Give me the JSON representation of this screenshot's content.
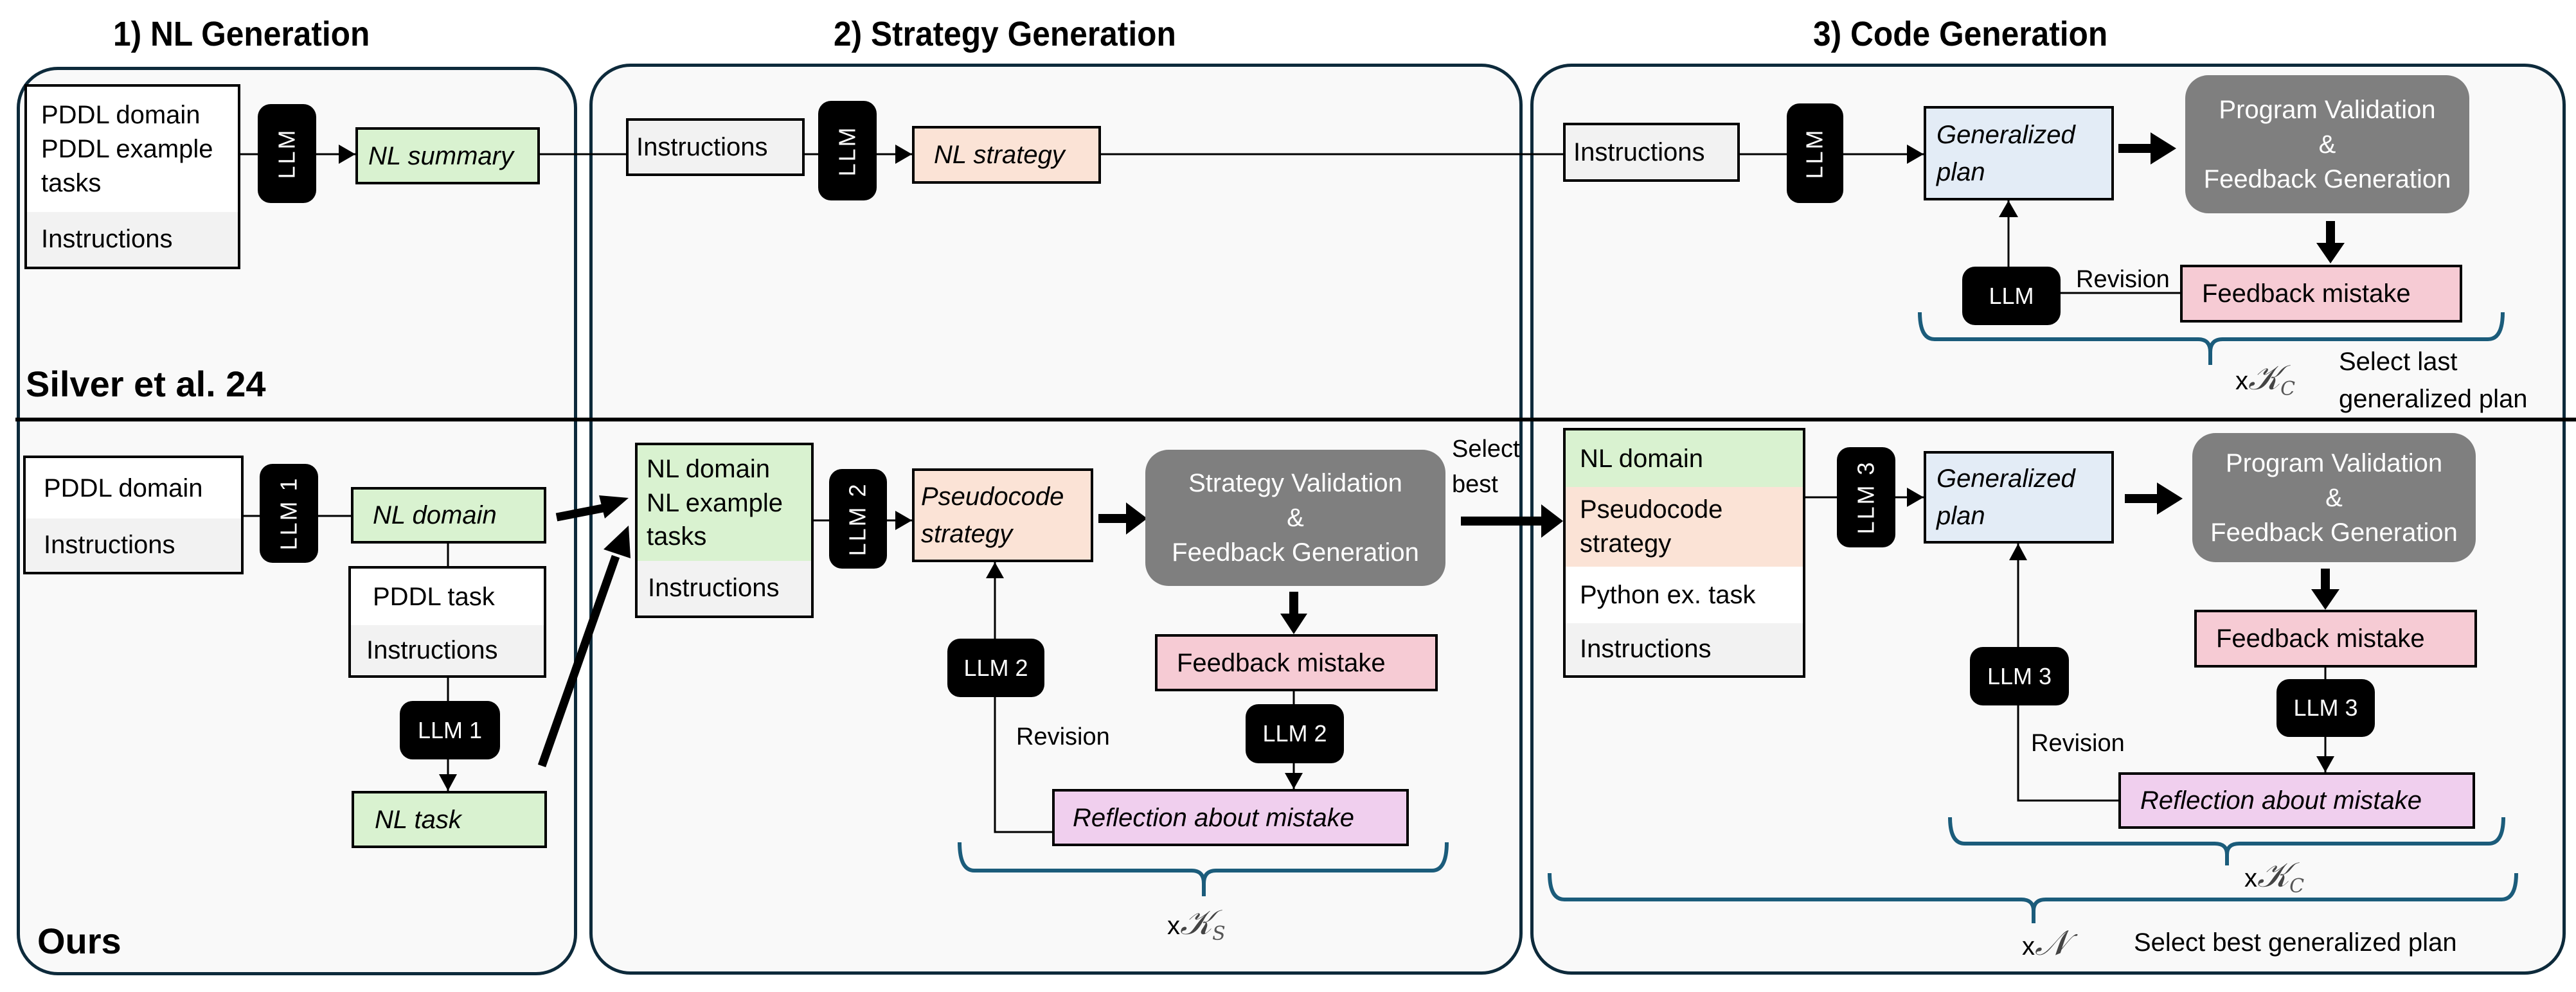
{
  "sections": {
    "nl_generation": "1) NL Generation",
    "strategy_generation": "2) Strategy Generation",
    "code_generation": "3) Code Generation"
  },
  "rows": {
    "baseline": "Silver et al. 24",
    "ours": "Ours"
  },
  "baseline": {
    "nl_input": {
      "top": "PDDL domain\nPDDL example\ntasks",
      "bottom": "Instructions"
    },
    "nl_llm": "LLM",
    "nl_summary": "NL summary",
    "strategy_instructions": "Instructions",
    "strategy_llm": "LLM",
    "nl_strategy": "NL strategy",
    "code_instructions": "Instructions",
    "code_llm": "LLM",
    "generalized_plan": "Generalized\nplan",
    "validation": "Program Validation\n&\nFeedback Generation",
    "feedback": "Feedback mistake",
    "revision_llm": "LLM",
    "revision_label": "Revision",
    "loop_multiplier": {
      "prefix": "x",
      "symbol": "𝒦",
      "subscript": "C"
    },
    "select_note": "Select last\ngeneralized plan"
  },
  "ours": {
    "domain_input": {
      "top": "PDDL domain",
      "bottom": "Instructions"
    },
    "domain_llm": "LLM 1",
    "nl_domain": "NL domain",
    "task_input": {
      "top": "PDDL task",
      "bottom": "Instructions"
    },
    "task_llm": "LLM 1",
    "nl_task": "NL task",
    "strategy_input": {
      "top": "NL domain\nNL example\ntasks",
      "bottom": "Instructions"
    },
    "strategy_llm": "LLM 2",
    "pseudocode_strategy": "Pseudocode\nstrategy",
    "strategy_validation": "Strategy Validation\n&\nFeedback Generation",
    "strategy_feedback": "Feedback mistake",
    "strategy_reflect_llm": "LLM 2",
    "strategy_reflection": "Reflection about mistake",
    "strategy_revision_llm": "LLM 2",
    "strategy_revision_label": "Revision",
    "strategy_multiplier": {
      "prefix": "x",
      "symbol": "𝒦",
      "subscript": "S"
    },
    "select_best": "Select\nbest",
    "code_input": {
      "nl_domain": "NL domain",
      "pseudocode": "Pseudocode\nstrategy",
      "python_task": "Python ex. task",
      "instructions": "Instructions"
    },
    "code_llm": "LLM 3",
    "generalized_plan": "Generalized\nplan",
    "program_validation": "Program Validation\n&\nFeedback Generation",
    "code_feedback": "Feedback mistake",
    "code_reflect_llm": "LLM 3",
    "code_reflection": "Reflection about mistake",
    "code_revision_llm": "LLM 3",
    "code_revision_label": "Revision",
    "code_multiplier": {
      "prefix": "x",
      "symbol": "𝒦",
      "subscript": "C"
    },
    "outer_multiplier": {
      "prefix": "x",
      "symbol": "𝒩"
    },
    "select_best_plan": "Select best generalized plan"
  },
  "colors": {
    "panel_border": "#0d2a3b",
    "panel_fill": "#f9f9f9",
    "brace": "#1b5c7b",
    "nl_green": "#d9f2d0",
    "strategy_peach": "#fbe3d6",
    "plan_blue": "#e3ecf6",
    "feedback_pink": "#f6cbd4",
    "reflection_violet": "#f0cfee",
    "validator_gray": "#7f7f7f"
  }
}
